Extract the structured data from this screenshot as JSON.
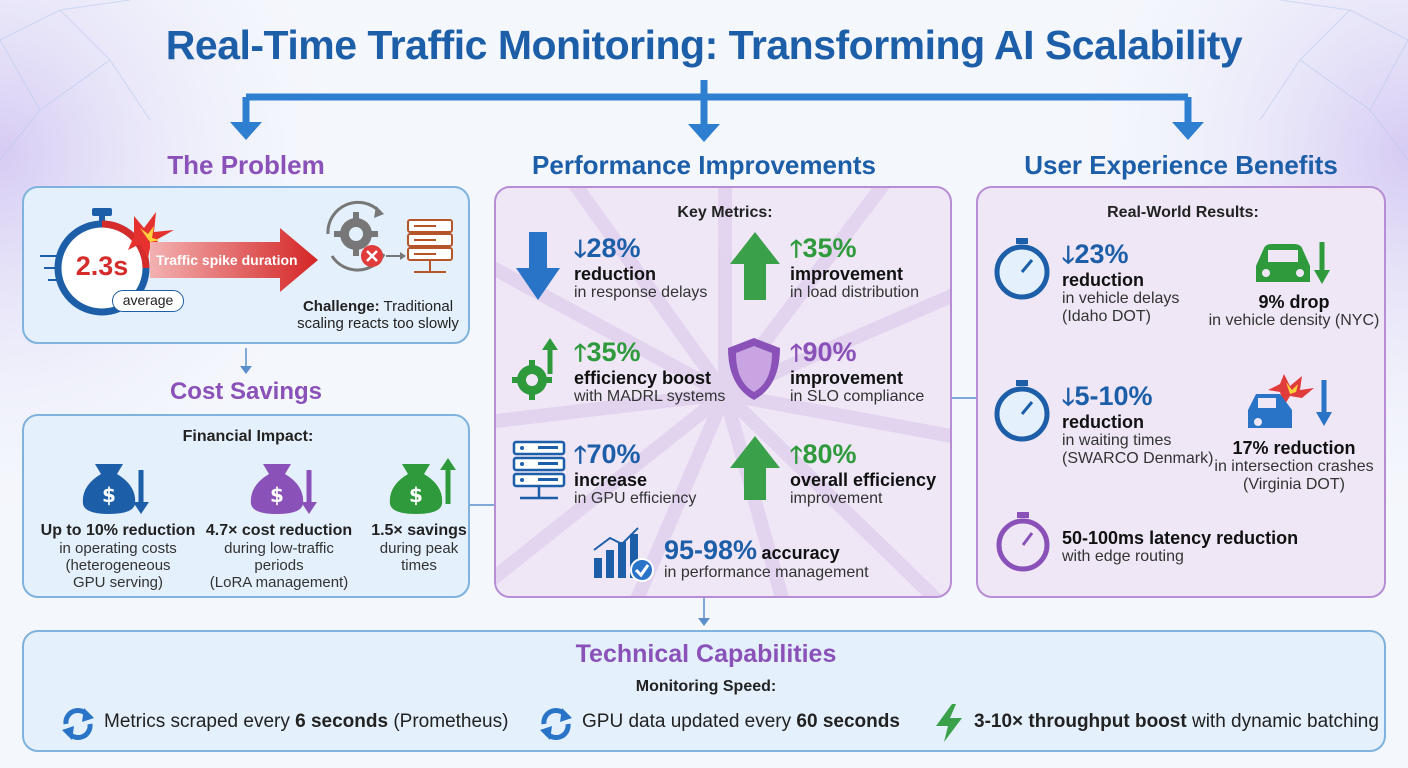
{
  "title": "Real-Time Traffic Monitoring: Transforming AI Scalability",
  "colors": {
    "blue": "#1d5ea8",
    "purple": "#8a52b8",
    "green": "#2e9a3c",
    "red": "#d62b2b"
  },
  "problem": {
    "heading": "The Problem",
    "timer_value": "2.3s",
    "timer_label": "average",
    "arrow_label": "Traffic spike duration",
    "challenge_bold": "Challenge:",
    "challenge_text_1": "Traditional",
    "challenge_text_2": "scaling reacts too slowly"
  },
  "cost": {
    "heading": "Cost Savings",
    "subheading": "Financial Impact:",
    "items": [
      {
        "bold": "Up to 10% reduction",
        "lines": [
          "in operating costs",
          "(heterogeneous",
          "GPU serving)"
        ],
        "icon": "money-bag-down-icon"
      },
      {
        "bold": "4.7× cost reduction",
        "lines": [
          "during low-traffic",
          "periods",
          "(LoRA management)"
        ],
        "icon": "money-bag-down-icon"
      },
      {
        "bold": "1.5× savings",
        "lines": [
          "during peak",
          "times"
        ],
        "icon": "money-bag-up-icon"
      }
    ]
  },
  "performance": {
    "heading": "Performance Improvements",
    "subheading": "Key Metrics:",
    "metrics": [
      {
        "value": "28%",
        "label": "reduction",
        "desc": "in response delays",
        "dir": "down",
        "color": "blue",
        "icon": "down-arrow-icon"
      },
      {
        "value": "35%",
        "label": "improvement",
        "desc": "in load distribution",
        "dir": "up",
        "color": "green",
        "icon": "up-arrow-icon"
      },
      {
        "value": "35%",
        "label": "efficiency boost",
        "desc": "with MADRL systems",
        "dir": "up",
        "color": "green",
        "icon": "gear-up-icon"
      },
      {
        "value": "90%",
        "label": "improvement",
        "desc": "in SLO compliance",
        "dir": "up",
        "color": "purple",
        "icon": "shield-icon"
      },
      {
        "value": "70%",
        "label": "increase",
        "desc": "in GPU efficiency",
        "dir": "up",
        "color": "blue",
        "icon": "server-icon"
      },
      {
        "value": "80%",
        "label": "overall efficiency",
        "desc": "improvement",
        "dir": "up",
        "color": "green",
        "icon": "up-arrow-icon"
      }
    ],
    "accuracy_value": "95-98%",
    "accuracy_label": "accuracy",
    "accuracy_desc": "in performance management"
  },
  "ux": {
    "heading": "User Experience Benefits",
    "subheading": "Real-World Results:",
    "items": [
      {
        "value": "23%",
        "label": "reduction",
        "desc": [
          "in vehicle delays",
          "(Idaho DOT)"
        ]
      },
      {
        "bold": "9% drop",
        "desc": [
          "in vehicle density (NYC)"
        ]
      },
      {
        "value": "5-10%",
        "label": "reduction",
        "desc": [
          "in waiting times",
          "(SWARCO Denmark)"
        ]
      },
      {
        "bold": "17% reduction",
        "desc": [
          "in intersection crashes",
          "(Virginia DOT)"
        ]
      },
      {
        "bold": "50-100ms latency reduction",
        "desc": [
          "with edge routing"
        ]
      }
    ]
  },
  "technical": {
    "heading": "Technical Capabilities",
    "subheading": "Monitoring Speed:",
    "items": [
      {
        "pre": "Metrics scraped every ",
        "bold": "6 seconds",
        "post": " (Prometheus)",
        "icon": "refresh-icon"
      },
      {
        "pre": "GPU data updated every ",
        "bold": "60 seconds",
        "post": "",
        "icon": "refresh-icon"
      },
      {
        "pre": "",
        "bold": "3-10× throughput boost",
        "post": " with dynamic batching",
        "icon": "lightning-icon"
      }
    ]
  }
}
